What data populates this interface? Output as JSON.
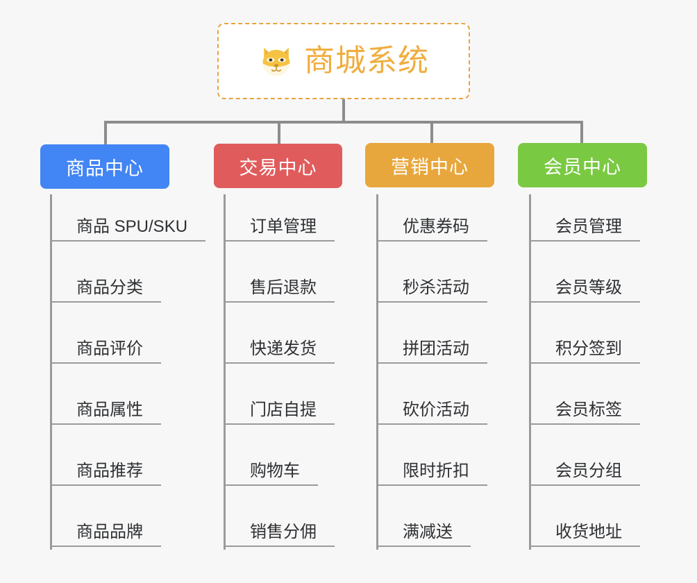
{
  "page": {
    "background_color": "#f7f7f7",
    "connector_color": "#8c8c8c",
    "sub_line_color": "#9a9a9a"
  },
  "root": {
    "icon": "dog-face-emoji",
    "title": "商城系统",
    "title_color": "#f0ad3e",
    "border_color": "#e8a33d",
    "background_color": "#ffffff"
  },
  "branches": [
    {
      "label": "商品中心",
      "color": "#4285f4",
      "items": [
        "商品 SPU/SKU",
        "商品分类",
        "商品评价",
        "商品属性",
        "商品推荐",
        "商品品牌"
      ]
    },
    {
      "label": "交易中心",
      "color": "#e05c5c",
      "items": [
        "订单管理",
        "售后退款",
        "快递发货",
        "门店自提",
        "购物车",
        "销售分佣"
      ]
    },
    {
      "label": "营销中心",
      "color": "#e8a73c",
      "items": [
        "优惠券码",
        "秒杀活动",
        "拼团活动",
        "砍价活动",
        "限时折扣",
        "满减送"
      ]
    },
    {
      "label": "会员中心",
      "color": "#7ac943",
      "items": [
        "会员管理",
        "会员等级",
        "积分签到",
        "会员标签",
        "会员分组",
        "收货地址"
      ]
    }
  ]
}
